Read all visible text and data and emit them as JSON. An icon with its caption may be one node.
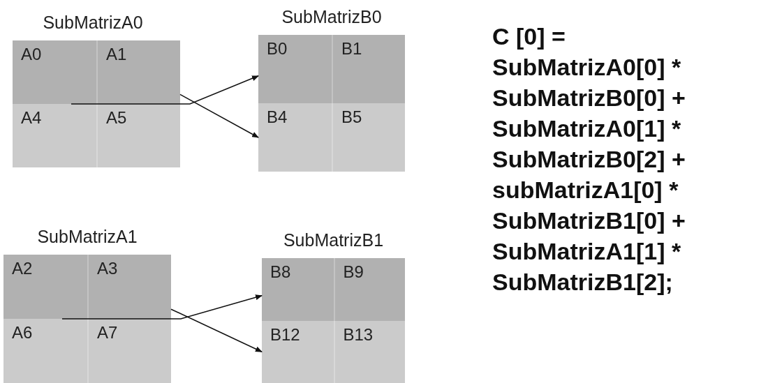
{
  "diagram": {
    "nodes": [
      {
        "text": [
          "SubMatrizA0"
        ]
      },
      {
        "text": [
          "A0"
        ],
        "in": 0
      },
      {
        "text": [
          "A1"
        ],
        "in": 0
      },
      {
        "text": [
          "A4"
        ],
        "in": 0
      },
      {
        "text": [
          "A5"
        ],
        "in": 0
      },
      {
        "text": [
          "SubMatrizB0"
        ]
      },
      {
        "text": [
          "B0"
        ],
        "in": 5
      },
      {
        "text": [
          "B1"
        ],
        "in": 5
      },
      {
        "text": [
          "B4"
        ],
        "in": 5
      },
      {
        "text": [
          "B5"
        ],
        "in": 5
      },
      {
        "text": [
          "SubMatrizA1"
        ]
      },
      {
        "text": [
          "A2"
        ],
        "in": 10
      },
      {
        "text": [
          "A3"
        ],
        "in": 10
      },
      {
        "text": [
          "A6"
        ],
        "in": 10
      },
      {
        "text": [
          "A7"
        ],
        "in": 10
      },
      {
        "text": [
          "SubMatrizB1"
        ]
      },
      {
        "text": [
          "B8"
        ],
        "in": 15
      },
      {
        "text": [
          "B9"
        ],
        "in": 15
      },
      {
        "text": [
          "B12"
        ],
        "in": 15
      },
      {
        "text": [
          "B13"
        ],
        "in": 15
      }
    ],
    "edges": [
      {
        "from": 1,
        "to": 6,
        "arrow": "to"
      },
      {
        "from": 2,
        "to": 8,
        "arrow": "to"
      },
      {
        "from": 11,
        "to": 16,
        "arrow": "to"
      },
      {
        "from": 12,
        "to": 18,
        "arrow": "to"
      }
    ],
    "labels": [
      "C [0] = SubMatrizA0[0] * SubMatrizB0[0] + SubMatrizA0[1] * SubMatrizB0[2] + subMatrizA1[0] * SubMatrizB1[0] + SubMatrizA1[1] * SubMatrizB1[2];"
    ]
  }
}
